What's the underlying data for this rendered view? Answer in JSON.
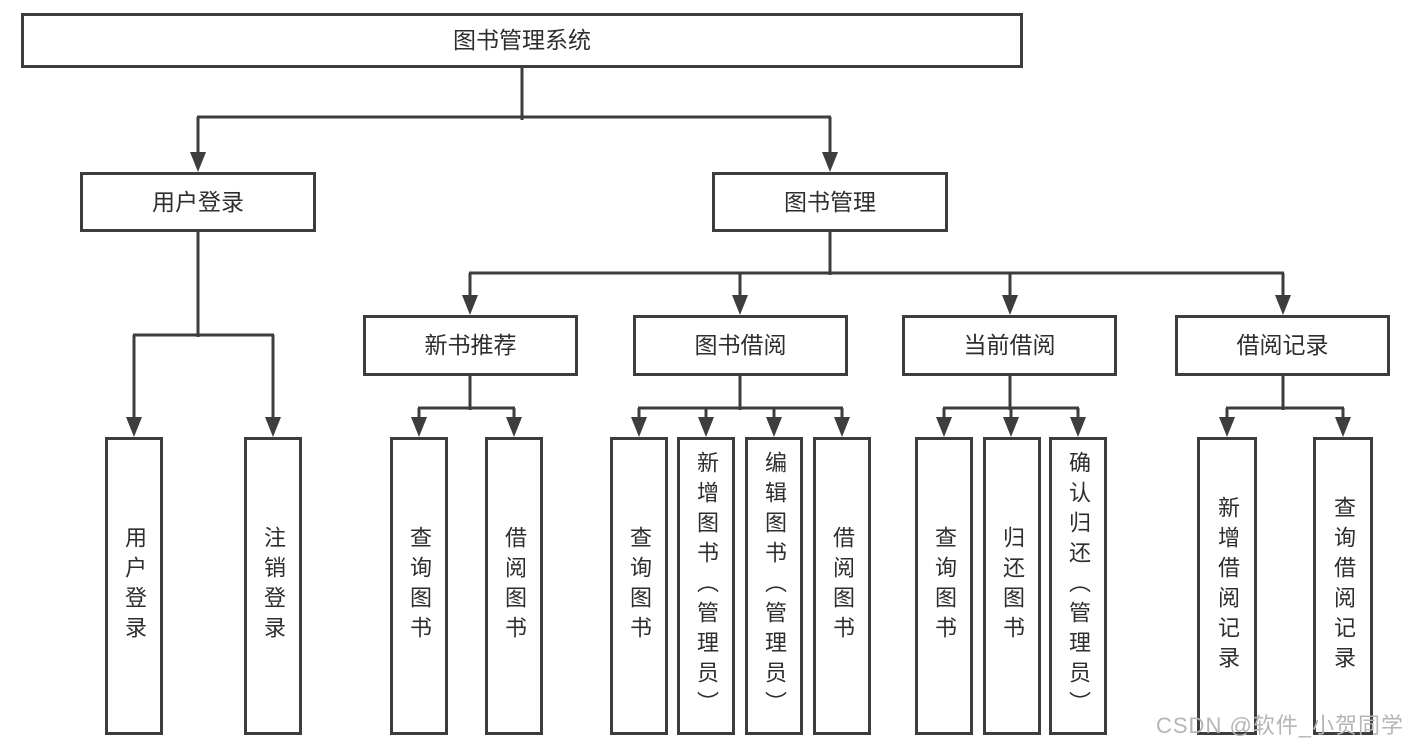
{
  "diagram": {
    "root": {
      "label": "图书管理系统"
    },
    "branches": [
      {
        "label": "用户登录",
        "children": [
          {
            "label": "用户登录"
          },
          {
            "label": "注销登录"
          }
        ]
      },
      {
        "label": "图书管理",
        "children": [
          {
            "label": "新书推荐",
            "children": [
              {
                "label": "查询图书"
              },
              {
                "label": "借阅图书"
              }
            ]
          },
          {
            "label": "图书借阅",
            "children": [
              {
                "label": "查询图书"
              },
              {
                "label": "新增图书（管理员）"
              },
              {
                "label": "编辑图书（管理员）"
              },
              {
                "label": "借阅图书"
              }
            ]
          },
          {
            "label": "当前借阅",
            "children": [
              {
                "label": "查询图书"
              },
              {
                "label": "归还图书"
              },
              {
                "label": "确认归还（管理员）"
              }
            ]
          },
          {
            "label": "借阅记录",
            "children": [
              {
                "label": "新增借阅记录"
              },
              {
                "label": "查询借阅记录"
              }
            ]
          }
        ]
      }
    ]
  },
  "watermark": {
    "text": "CSDN @软件_小贺同学"
  },
  "colors": {
    "line": "#3d3d3d",
    "text": "#2e2e2e",
    "background": "#ffffff",
    "watermark": "#b5b5b5"
  }
}
